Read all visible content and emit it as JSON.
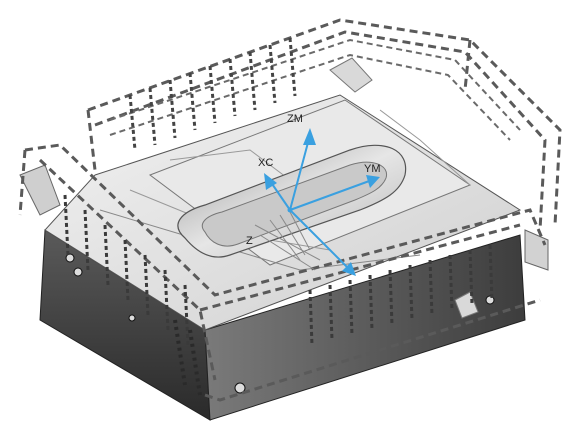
{
  "viewport": {
    "background": "#ffffff",
    "part_color": "#d9d9d9",
    "part_dark": "#3a3a3a",
    "dash_color": "#5a5a5a",
    "axis_color": "#3aa0e0"
  },
  "csys": {
    "labels": {
      "zm": "ZM",
      "xc": "XC",
      "ym": "YM",
      "z": "Z"
    }
  }
}
